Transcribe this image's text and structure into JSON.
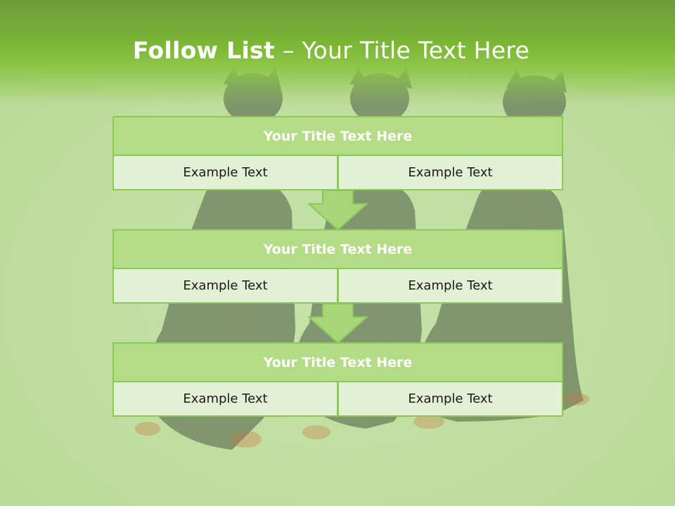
{
  "slide": {
    "title_main": "Follow List",
    "title_separator": " – ",
    "title_sub": "Your Title Text Here"
  },
  "boxes": [
    {
      "title": "Your Title Text Here",
      "left_text": "Example Text",
      "right_text": "Example Text"
    },
    {
      "title": "Your Title Text Here",
      "left_text": "Example Text",
      "right_text": "Example Text"
    },
    {
      "title": "Your Title Text Here",
      "left_text": "Example Text",
      "right_text": "Example Text"
    }
  ],
  "colors": {
    "header_green": "#7ab534",
    "box_title_fill": "#b4db85",
    "box_cell_fill": "#e2f0d3",
    "box_border": "#8cc75a",
    "arrow_fill": "#a8d577"
  },
  "background": {
    "subject": "three-dogs-on-grass-photo"
  }
}
